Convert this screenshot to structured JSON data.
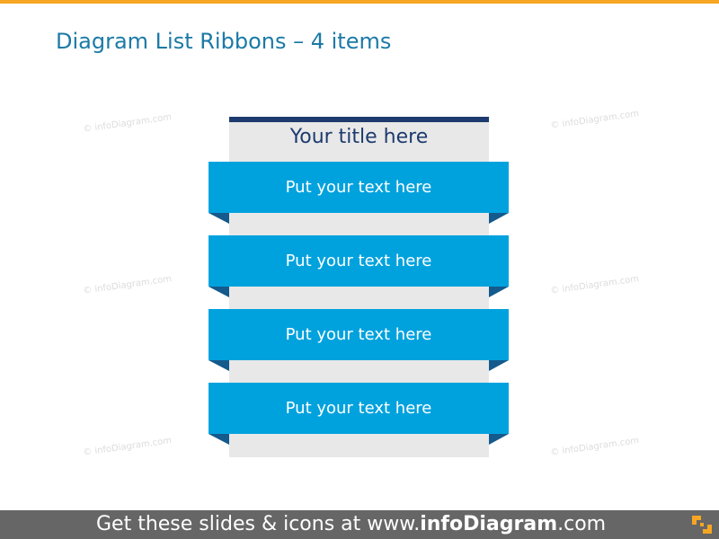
{
  "slide": {
    "title": "Diagram List Ribbons – 4 items",
    "watermark": "© infoDiagram.com"
  },
  "diagram": {
    "title": "Your title here",
    "items": [
      {
        "label": "Put your text here"
      },
      {
        "label": "Put your text here"
      },
      {
        "label": "Put your text here"
      },
      {
        "label": "Put your text here"
      }
    ]
  },
  "footer": {
    "prefix": "Get these slides & icons at www.",
    "brand": "infoDiagram",
    "suffix": ".com",
    "logo_icon": "infodiagram-logo-icon"
  },
  "colors": {
    "accent_orange": "#f6a623",
    "title_blue": "#1b7aa6",
    "ribbon_blue": "#00a2de",
    "dark_navy": "#1d3b6e",
    "panel_grey": "#e8e8e8",
    "footer_grey": "#666666"
  }
}
